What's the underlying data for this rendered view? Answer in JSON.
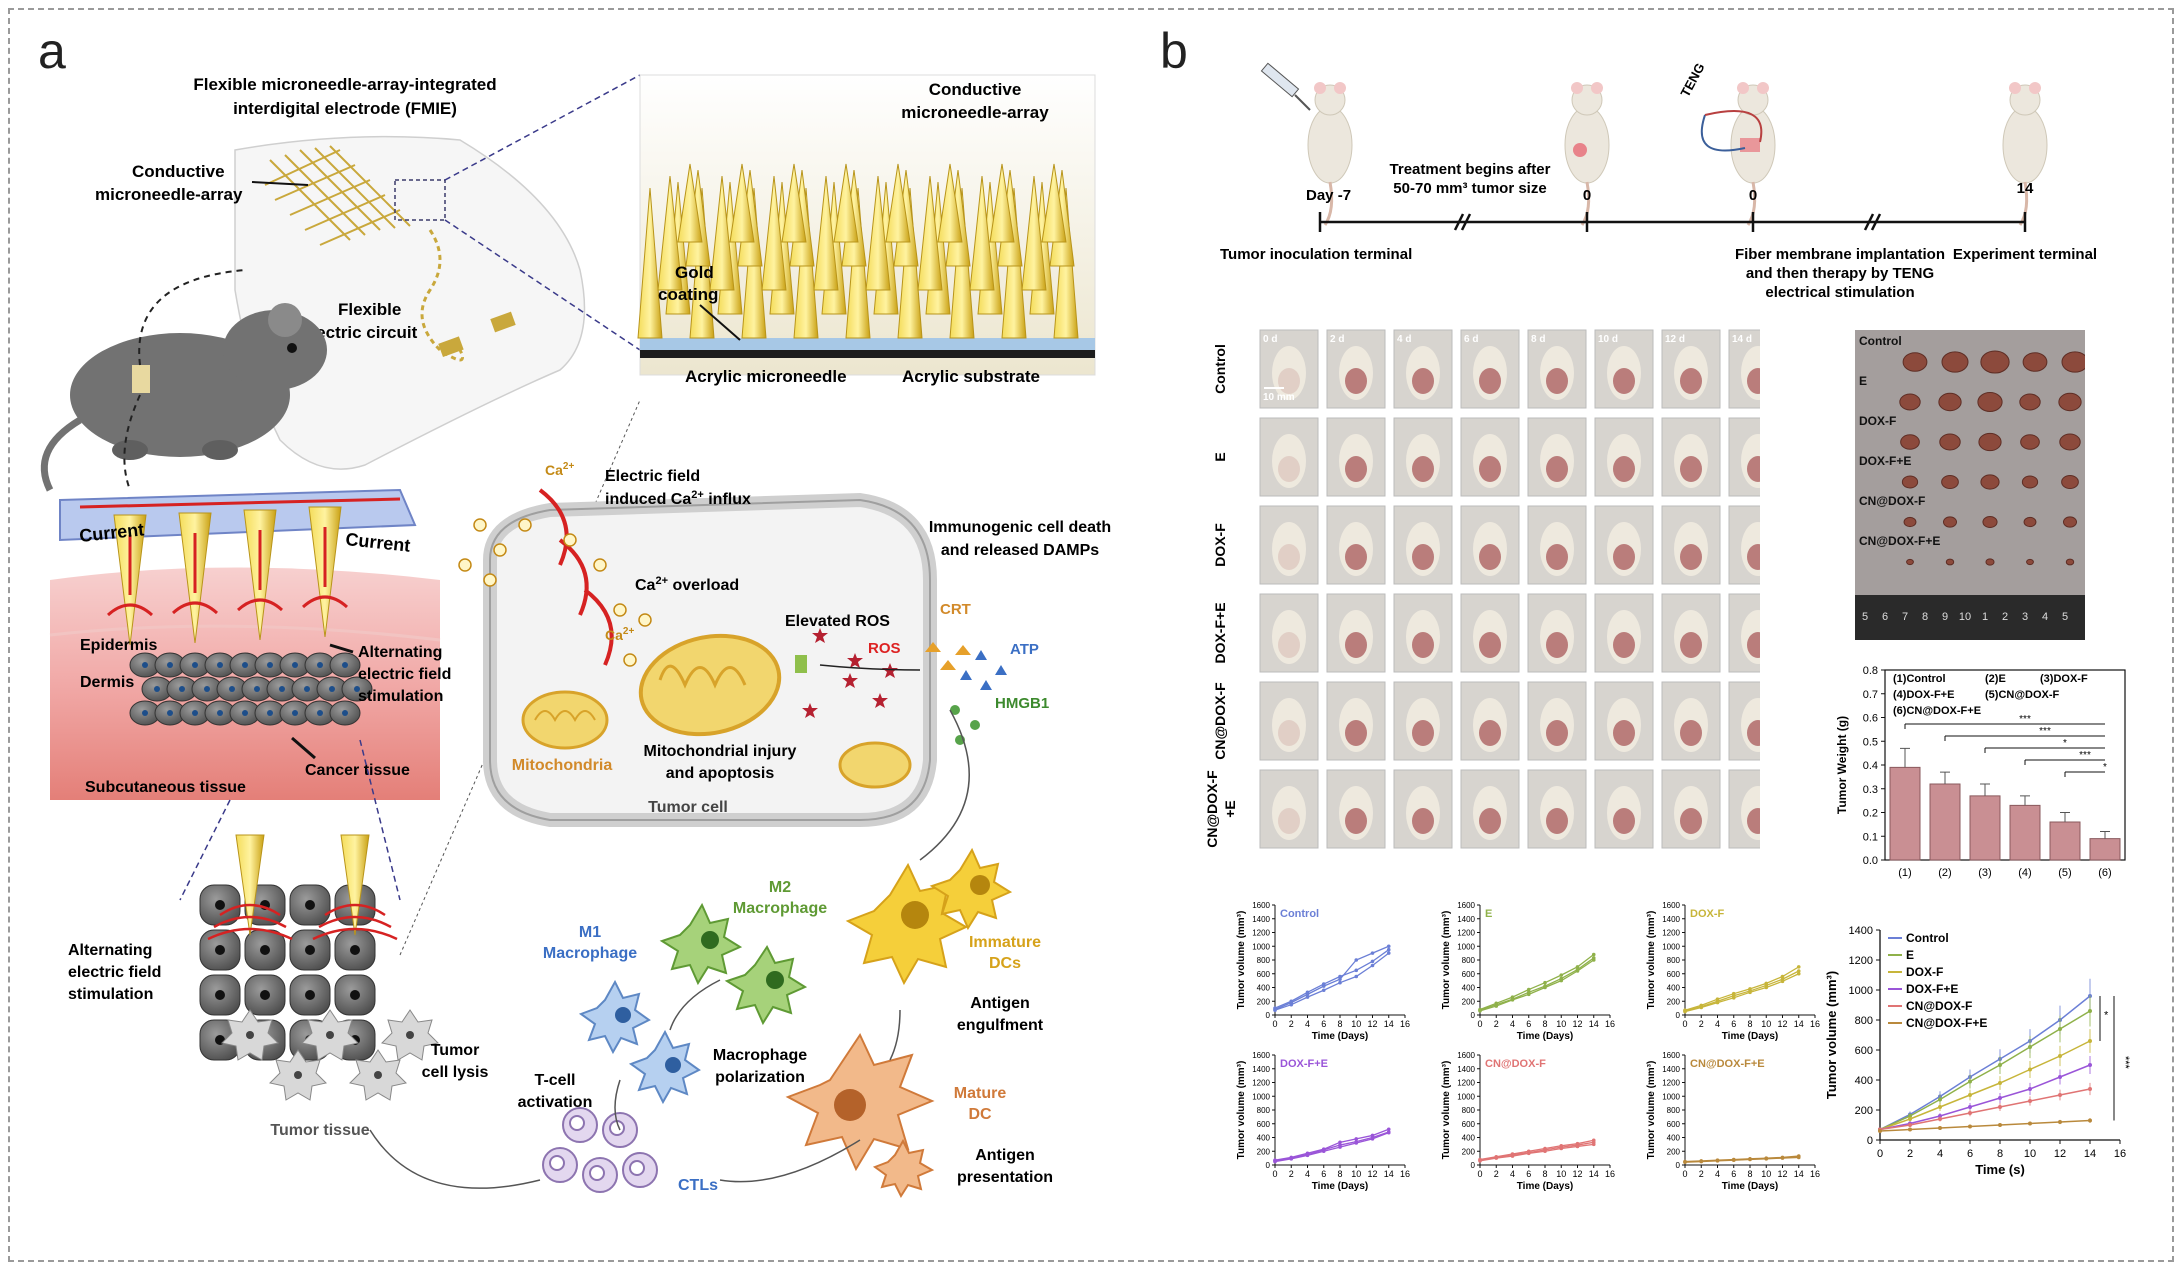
{
  "panels": {
    "a": "a",
    "b": "b"
  },
  "panel_a": {
    "fmie_title_1": "Flexible microneedle-array-integrated",
    "fmie_title_2": "interdigital electrode (FMIE)",
    "conductive_1": "Conductive",
    "conductive_2": "microneedle-array",
    "flexible_1": "Flexible",
    "flexible_2": "electric circuit",
    "inset_conductive_1": "Conductive",
    "inset_conductive_2": "microneedle-array",
    "gold_1": "Gold",
    "gold_2": "coating",
    "acrylic_needle": "Acrylic microneedle",
    "acrylic_substrate": "Acrylic substrate",
    "current_left": "Current",
    "current_right": "Current",
    "epidermis": "Epidermis",
    "dermis": "Dermis",
    "subcutaneous": "Subcutaneous tissue",
    "cancer_tissue": "Cancer tissue",
    "alt_stim_1": "Alternating",
    "alt_stim_2": "electric field",
    "alt_stim_3": "stimulation",
    "ca_top": "Ca",
    "ca_sup": "2+",
    "ef_1": "Electric field",
    "ef_2": "induced Ca",
    "ef_3": " influx",
    "ca_overload": "Ca",
    "ca_overload_2": " overload",
    "ca_small": "Ca",
    "elevated_ros": "Elevated ROS",
    "ros": "ROS",
    "icd_1": "Immunogenic cell death",
    "icd_2": "and released DAMPs",
    "crt": "CRT",
    "atp": "ATP",
    "hmgb1": "HMGB1",
    "mitochondria": "Mitochondria",
    "mito_injury_1": "Mitochondrial injury",
    "mito_injury_2": "and apoptosis",
    "tumor_cell": "Tumor cell",
    "m2_1": "M2",
    "m2_2": "Macrophage",
    "m1_1": "M1",
    "m1_2": "Macrophage",
    "immature_1": "Immature",
    "immature_2": "DCs",
    "antigen_eng_1": "Antigen",
    "antigen_eng_2": "engulfment",
    "mac_pol_1": "Macrophage",
    "mac_pol_2": "polarization",
    "mature_1": "Mature",
    "mature_2": "DC",
    "antigen_pres_1": "Antigen",
    "antigen_pres_2": "presentation",
    "tcell_1": "T-cell",
    "tcell_2": "activation",
    "tumor_lysis_1": "Tumor",
    "tumor_lysis_2": "cell lysis",
    "ctls": "CTLs",
    "alt_stim_b_1": "Alternating",
    "alt_stim_b_2": "electric field",
    "alt_stim_b_3": "stimulation",
    "tumor_tissue": "Tumor tissue"
  },
  "timeline": {
    "day_label": "Day",
    "ticks": [
      "-7",
      "0",
      "0",
      "14"
    ],
    "treatment_1": "Treatment begins after",
    "treatment_2": "50-70 mm³ tumor size",
    "teng": "TENG",
    "inoculation": "Tumor inoculation terminal",
    "fiber_1": "Fiber membrane implantation",
    "fiber_2": "and then therapy by TENG",
    "fiber_3": "electrical stimulation",
    "terminal": "Experiment terminal"
  },
  "photo_grid": {
    "rows": [
      "Control",
      "E",
      "DOX-F",
      "DOX-F+E",
      "CN@DOX-F",
      "CN@DOX-F +E"
    ],
    "days": [
      "0 d",
      "2 d",
      "4 d",
      "6 d",
      "8 d",
      "10 d",
      "12 d",
      "14 d"
    ],
    "scale": "10 mm"
  },
  "tumor_photo": {
    "labels": [
      "Control",
      "E",
      "DOX-F",
      "DOX-F+E",
      "CN@DOX-F",
      "CN@DOX-F+E"
    ],
    "ruler": [
      "5",
      "6",
      "7",
      "8",
      "9",
      "10",
      "1",
      "2",
      "3",
      "4",
      "5"
    ]
  },
  "small_plot_axes": {
    "ylabel": "Tumor volume (mm³)",
    "xlabel": "Time (Days)",
    "yticks": [
      "0",
      "200",
      "400",
      "600",
      "800",
      "1000",
      "1200",
      "1400",
      "1600"
    ],
    "xticks": [
      "0",
      "2",
      "4",
      "6",
      "8",
      "10",
      "12",
      "14",
      "16"
    ]
  },
  "big_plot_axes": {
    "ylabel": "Tumor volume (mm³)",
    "xlabel": "Time (s)",
    "yticks": [
      "0",
      "200",
      "400",
      "600",
      "800",
      "1000",
      "1200",
      "1400"
    ],
    "xticks": [
      "0",
      "2",
      "4",
      "6",
      "8",
      "10",
      "12",
      "14",
      "16"
    ],
    "sig_1": "*",
    "sig_2": "***"
  },
  "bar_axes": {
    "ylabel": "Tumor Weight (g)",
    "yticks": [
      "0.0",
      "0.1",
      "0.2",
      "0.3",
      "0.4",
      "0.5",
      "0.6",
      "0.7",
      "0.8"
    ],
    "legend": [
      "(1)Control",
      "(2)E",
      "(3)DOX-F",
      "(4)DOX-F+E",
      "(5)CN@DOX-F",
      "(6)CN@DOX-F+E"
    ],
    "sig": [
      "***",
      "***",
      "*",
      "***",
      "*"
    ]
  },
  "colors": {
    "control": "#6b7fd6",
    "e": "#8fb14a",
    "doxf": "#c7b53a",
    "doxfe": "#9a55d8",
    "cndoxf": "#e07474",
    "cndoxfe": "#b9893c",
    "bar": "#c98f93",
    "needle": "#e8c22a"
  },
  "chart_data": [
    {
      "type": "bar",
      "categories": [
        "(1)",
        "(2)",
        "(3)",
        "(4)",
        "(5)",
        "(6)"
      ],
      "values": [
        0.39,
        0.32,
        0.27,
        0.23,
        0.16,
        0.09
      ],
      "errors": [
        0.08,
        0.05,
        0.05,
        0.04,
        0.04,
        0.03
      ],
      "ylabel": "Tumor Weight (g)",
      "ylim": [
        0,
        0.8
      ]
    },
    {
      "type": "line",
      "xlabel": "Time (s)",
      "ylabel": "Tumor volume (mm³)",
      "x": [
        0,
        2,
        4,
        6,
        8,
        10,
        12,
        14
      ],
      "ylim": [
        0,
        1400
      ],
      "xlim": [
        0,
        16
      ],
      "legend_position": "top-left",
      "series": [
        {
          "name": "Control",
          "values": [
            70,
            170,
            290,
            420,
            540,
            660,
            800,
            960
          ]
        },
        {
          "name": "E",
          "values": [
            70,
            160,
            270,
            390,
            500,
            620,
            740,
            860
          ]
        },
        {
          "name": "DOX-F",
          "values": [
            70,
            140,
            220,
            300,
            380,
            470,
            560,
            660
          ]
        },
        {
          "name": "DOX-F+E",
          "values": [
            70,
            110,
            160,
            220,
            280,
            340,
            420,
            500
          ]
        },
        {
          "name": "CN@DOX-F",
          "values": [
            70,
            100,
            140,
            180,
            220,
            260,
            300,
            340
          ]
        },
        {
          "name": "CN@DOX-F+E",
          "values": [
            60,
            70,
            80,
            90,
            100,
            110,
            120,
            130
          ]
        }
      ]
    },
    {
      "type": "line",
      "title": "Control",
      "xlabel": "Time (Days)",
      "ylabel": "Tumor volume (mm³)",
      "x": [
        0,
        2,
        4,
        6,
        8,
        10,
        12,
        14
      ],
      "ylim": [
        0,
        1600
      ],
      "xlim": [
        0,
        16
      ],
      "series": [
        {
          "values": [
            80,
            180,
            300,
            420,
            520,
            800,
            900,
            1000
          ]
        },
        {
          "values": [
            100,
            200,
            330,
            450,
            560,
            650,
            780,
            950
          ]
        },
        {
          "values": [
            70,
            150,
            260,
            360,
            470,
            560,
            720,
            900
          ]
        }
      ]
    },
    {
      "type": "line",
      "title": "E",
      "xlabel": "Time (Days)",
      "ylabel": "Tumor volume (mm³)",
      "x": [
        0,
        2,
        4,
        6,
        8,
        10,
        12,
        14
      ],
      "ylim": [
        0,
        1600
      ],
      "xlim": [
        0,
        16
      ],
      "series": [
        {
          "values": [
            80,
            170,
            260,
            370,
            470,
            580,
            700,
            880
          ]
        },
        {
          "values": [
            70,
            150,
            230,
            330,
            420,
            530,
            660,
            830
          ]
        },
        {
          "values": [
            60,
            130,
            220,
            300,
            400,
            500,
            640,
            800
          ]
        }
      ]
    },
    {
      "type": "line",
      "title": "DOX-F",
      "xlabel": "Time (Days)",
      "ylabel": "Tumor volume (mm³)",
      "x": [
        0,
        2,
        4,
        6,
        8,
        10,
        12,
        14
      ],
      "ylim": [
        0,
        1600
      ],
      "xlim": [
        0,
        16
      ],
      "series": [
        {
          "values": [
            70,
            140,
            230,
            310,
            380,
            460,
            560,
            700
          ]
        },
        {
          "values": [
            60,
            120,
            200,
            280,
            350,
            430,
            520,
            640
          ]
        },
        {
          "values": [
            50,
            110,
            180,
            250,
            330,
            400,
            490,
            600
          ]
        }
      ]
    },
    {
      "type": "line",
      "title": "DOX-F+E",
      "xlabel": "Time (Days)",
      "ylabel": "Tumor volume (mm³)",
      "x": [
        0,
        2,
        4,
        6,
        8,
        10,
        12,
        14
      ],
      "ylim": [
        0,
        1600
      ],
      "xlim": [
        0,
        16
      ],
      "series": [
        {
          "values": [
            70,
            110,
            170,
            230,
            330,
            380,
            430,
            520
          ]
        },
        {
          "values": [
            60,
            100,
            150,
            220,
            290,
            340,
            400,
            480
          ]
        },
        {
          "values": [
            50,
            90,
            140,
            200,
            260,
            320,
            380,
            470
          ]
        }
      ]
    },
    {
      "type": "line",
      "title": "CN@DOX-F",
      "xlabel": "Time (Days)",
      "ylabel": "Tumor volume (mm³)",
      "x": [
        0,
        2,
        4,
        6,
        8,
        10,
        12,
        14
      ],
      "ylim": [
        0,
        1600
      ],
      "xlim": [
        0,
        16
      ],
      "series": [
        {
          "values": [
            80,
            120,
            160,
            200,
            240,
            280,
            310,
            360
          ]
        },
        {
          "values": [
            70,
            110,
            150,
            180,
            220,
            260,
            290,
            330
          ]
        },
        {
          "values": [
            60,
            100,
            130,
            170,
            200,
            240,
            270,
            300
          ]
        }
      ]
    },
    {
      "type": "line",
      "title": "CN@DOX-F+E",
      "xlabel": "Time (Days)",
      "ylabel": "Tumor volume (mm³)",
      "x": [
        0,
        2,
        4,
        6,
        8,
        10,
        12,
        14
      ],
      "ylim": [
        0,
        1600
      ],
      "xlim": [
        0,
        16
      ],
      "series": [
        {
          "values": [
            50,
            60,
            70,
            80,
            90,
            100,
            110,
            130
          ]
        },
        {
          "values": [
            45,
            55,
            65,
            75,
            85,
            95,
            105,
            120
          ]
        },
        {
          "values": [
            40,
            50,
            60,
            70,
            80,
            90,
            100,
            110
          ]
        }
      ]
    }
  ]
}
